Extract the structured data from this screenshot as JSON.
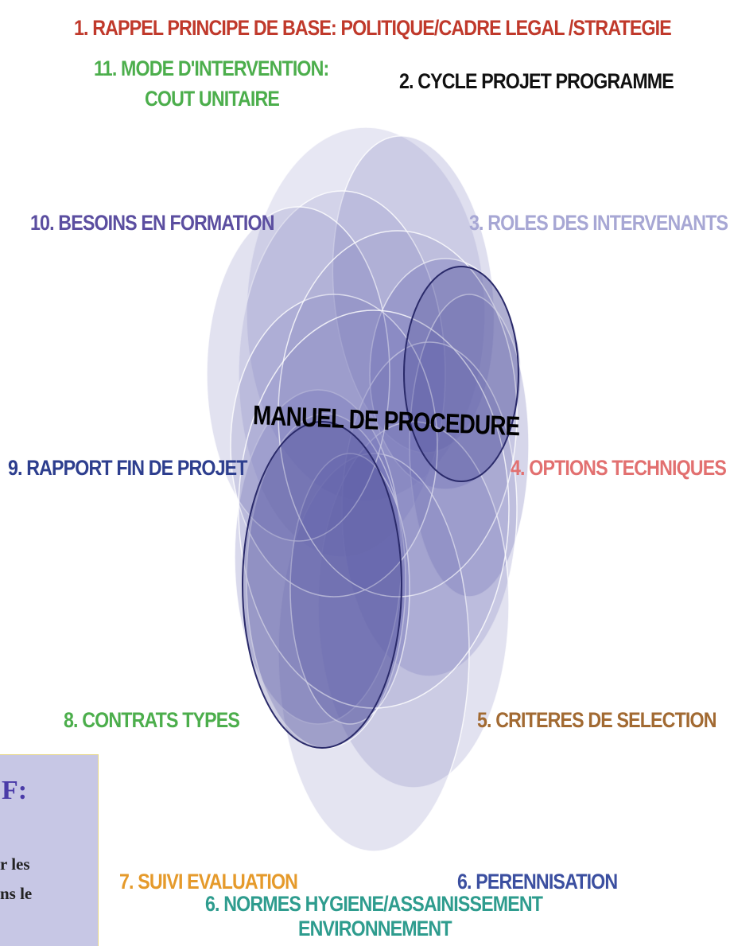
{
  "diagram": {
    "center_title": "MANUEL DE PROCEDURE",
    "items": [
      {
        "text": "1. RAPPEL PRINCIPE DE BASE: POLITIQUE/CADRE LEGAL /STRATEGIE",
        "color": "#c0392b"
      },
      {
        "text": "2. CYCLE PROJET PROGRAMME",
        "color": "#111111"
      },
      {
        "text": "3. ROLES DES INTERVENANTS",
        "color": "#a7a7d4"
      },
      {
        "text": "4. OPTIONS TECHNIQUES",
        "color": "#e27070"
      },
      {
        "text": "5. CRITERES DE SELECTION",
        "color": "#a26a32"
      },
      {
        "text": "6. PERENNISATION",
        "color": "#3b4fa0"
      },
      {
        "text": "6. NORMES HYGIENE/ASSAINISSEMENT",
        "color": "#2e9c8e"
      },
      {
        "text": "ENVIRONNEMENT",
        "color": "#2e9c8e"
      },
      {
        "text": "7. SUIVI EVALUATION",
        "color": "#e59a2b"
      },
      {
        "text": "8. CONTRATS TYPES",
        "color": "#4cae4c"
      },
      {
        "text": "9. RAPPORT FIN DE PROJET",
        "color": "#2d3e8e"
      },
      {
        "text": "10. BESOINS EN FORMATION",
        "color": "#5b4ea0"
      },
      {
        "text": "11. MODE D'INTERVENTION:",
        "color": "#4cae4c"
      },
      {
        "text": "COUT UNITAIRE",
        "color": "#4cae4c"
      }
    ],
    "petal_color": "#6c6cb4",
    "petal_stroke": "#ffffff"
  },
  "side_box": {
    "heading_fragment": "F:",
    "line1_fragment": "r les",
    "line2_fragment": "ns le",
    "heading_color": "#4a3ba8"
  }
}
